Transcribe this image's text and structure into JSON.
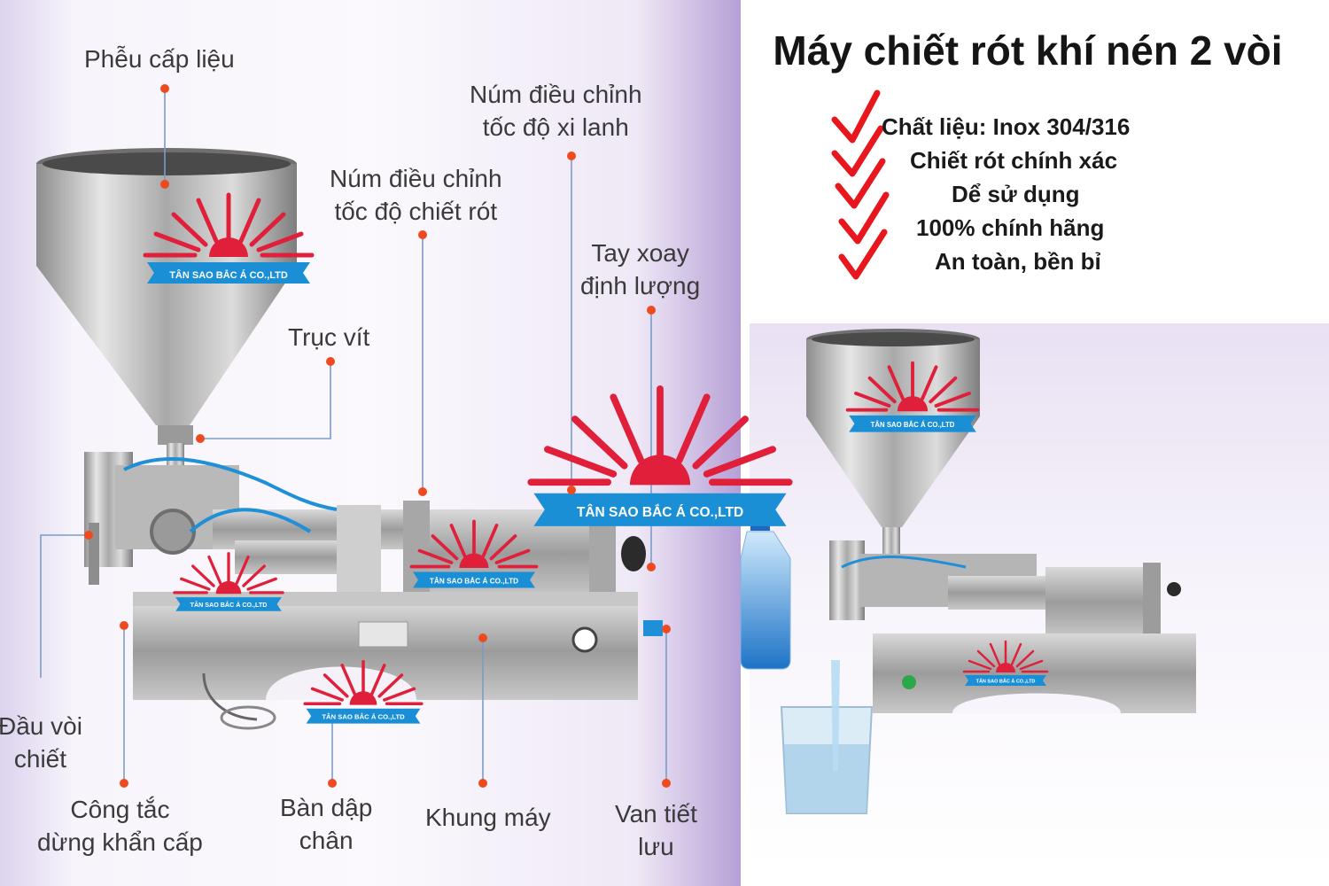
{
  "header": {
    "title": "Máy chiết rót khí nén 2 vòi"
  },
  "features": [
    "Chất liệu: Inox 304/316",
    "Chiết rót chính xác",
    "Dể sử dụng",
    "100% chính hãng",
    "An toàn, bền bỉ"
  ],
  "labels": {
    "hopper": "Phễu cấp liệu",
    "cylinder_speed_1": "Núm điều chỉnh",
    "cylinder_speed_2": "tốc độ xi lanh",
    "fill_speed_1": "Núm điều chỉnh",
    "fill_speed_2": "tốc độ chiết rót",
    "dose_1": "Tay xoay",
    "dose_2": "định lượng",
    "screw": "Trục vít",
    "nozzle_1": "Đầu vòi",
    "nozzle_2": "chiết",
    "estop_1": "Công tắc",
    "estop_2": "dừng khẩn cấp",
    "pedal_1": "Bàn dập",
    "pedal_2": "chân",
    "frame": "Khung máy",
    "valve_1": "Van tiết",
    "valve_2": "lưu"
  },
  "watermark": "TÂN SAO BẮC Á CO.,LTD",
  "colors": {
    "annotation_dot": "#ef4a1f",
    "check_mark": "#e8161d",
    "logo_ribbon": "#1a8fd6",
    "logo_sun": "#e0203a"
  },
  "icons": [
    "check-icon",
    "company-logo"
  ]
}
